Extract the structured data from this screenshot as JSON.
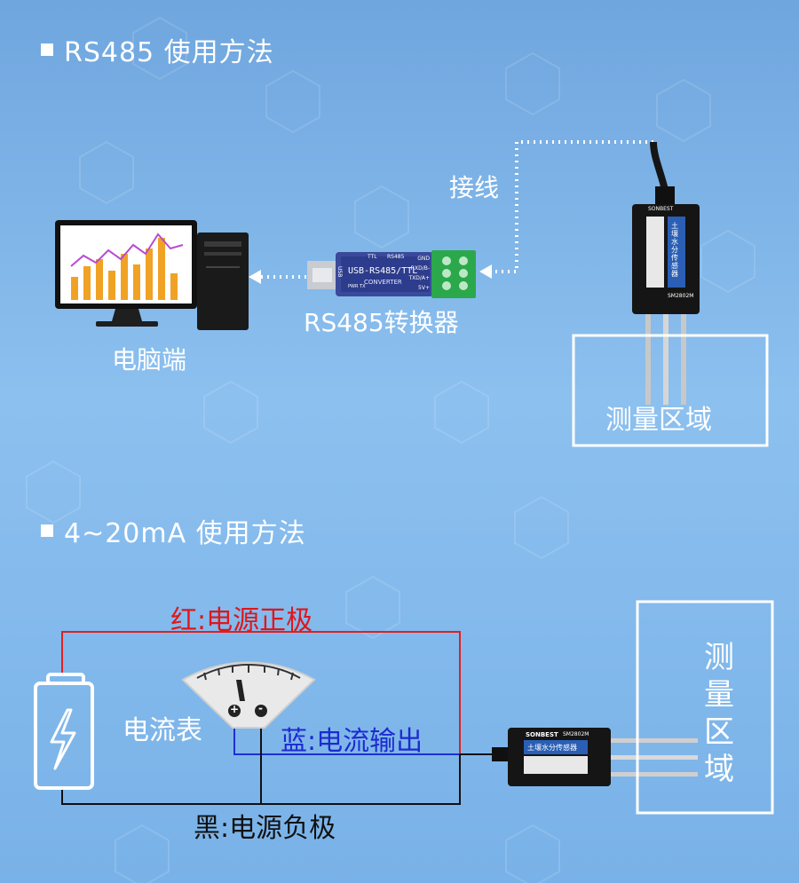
{
  "section1": {
    "title": "RS485 使用方法",
    "wiring_label": "接线",
    "converter_label": "RS485转换器",
    "computer_label": "电脑端",
    "measure_area_label": "测量区域",
    "converter_device": {
      "main_text": "USB-RS485/TTL",
      "sub_text": "CONVERTER",
      "usb_text": "USB",
      "ttl_text": "TTL",
      "rs485_text": "RS485",
      "pins": [
        "GND",
        "RXD/B-",
        "TXD/A+",
        "5V+"
      ],
      "leds": "PWR  TX"
    },
    "sensor_device": {
      "brand": "SONBEST",
      "model": "SM2802M",
      "name": "土壤水分传感器"
    }
  },
  "section2": {
    "title": "4~20mA 使用方法",
    "red_wire_label": "红:电源正极",
    "blue_wire_label": "蓝:电流输出",
    "black_wire_label": "黑:电源负极",
    "ammeter_label": "电流表",
    "ammeter_plus": "+",
    "ammeter_minus": "-",
    "measure_area_chars": [
      "测",
      "量",
      "区",
      "域"
    ],
    "sensor_device": {
      "brand": "SONBEST",
      "model": "SM2802M",
      "name": "土壤水分传感器"
    }
  },
  "colors": {
    "red_wire": "#e02020",
    "blue_wire": "#1f2fd6",
    "black_wire": "#111111",
    "red_label": "#e0161b",
    "blue_label": "#1d2bd0",
    "black_label": "#111111"
  }
}
